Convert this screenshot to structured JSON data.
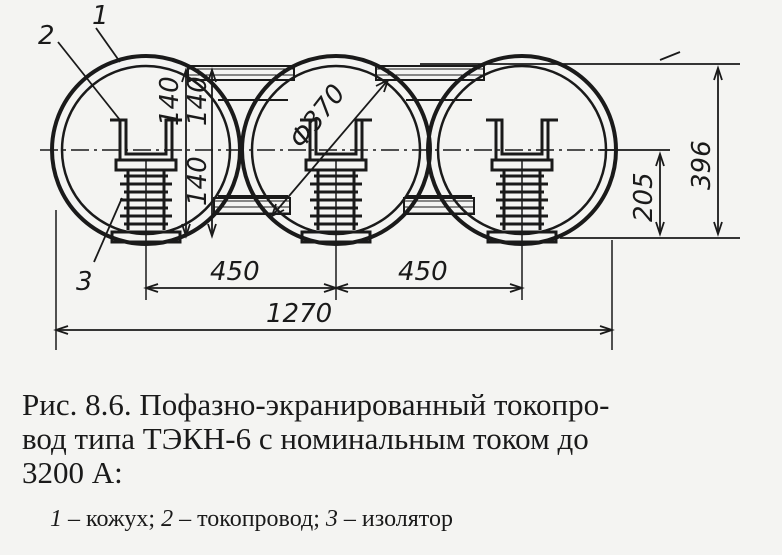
{
  "labels": {
    "part1": "1",
    "part2": "2",
    "part3": "3"
  },
  "dimensions": {
    "d140_top": "140",
    "d140_mid": "140",
    "d140_low": "140",
    "diameter": "Ф370",
    "h205": "205",
    "h396": "396",
    "w450_left": "450",
    "w450_right": "450",
    "w1270": "1270"
  },
  "caption": {
    "line1": "Рис. 8.6. Пофазно-экранированный токопро-",
    "line2": "вод типа ТЭКН-6 с номинальным током до",
    "line3": "3200 А:"
  },
  "legend": [
    {
      "num": "1",
      "text": " – кожух; "
    },
    {
      "num": "2",
      "text": " – токопровод; "
    },
    {
      "num": "3",
      "text": " – изолятор"
    }
  ],
  "colors": {
    "ink": "#1a1a1a",
    "paper": "#f4f4f2"
  }
}
